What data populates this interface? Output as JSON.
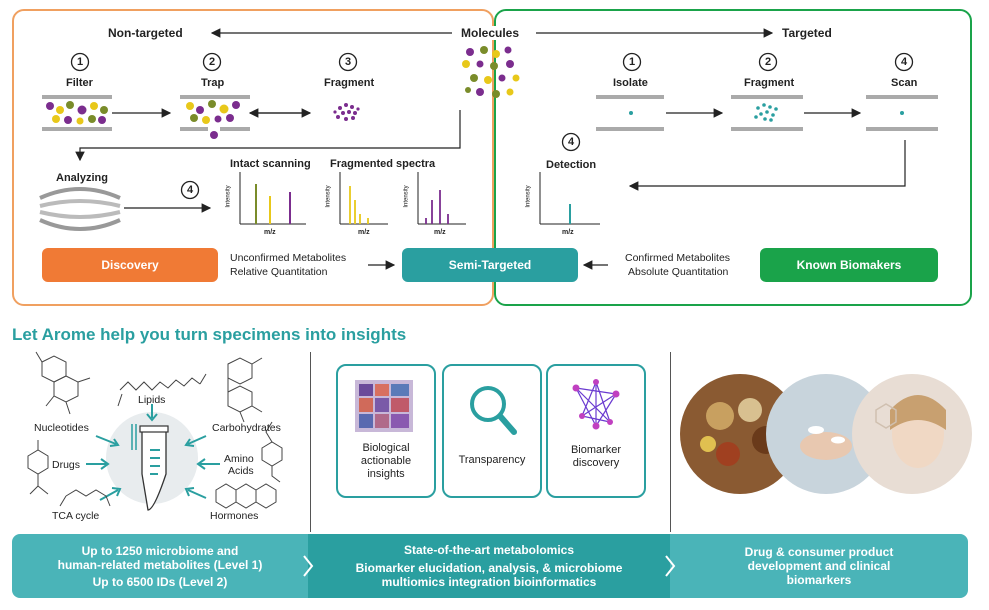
{
  "top": {
    "center_label": "Molecules",
    "left_heading": "Non-targeted",
    "right_heading": "Targeted",
    "nontargeted_steps": [
      {
        "num": "1",
        "label": "Filter"
      },
      {
        "num": "2",
        "label": "Trap"
      },
      {
        "num": "3",
        "label": "Fragment"
      },
      {
        "num": "4",
        "label": ""
      }
    ],
    "targeted_steps": [
      {
        "num": "1",
        "label": "Isolate"
      },
      {
        "num": "2",
        "label": "Fragment"
      },
      {
        "num": "4",
        "label": "Scan"
      },
      {
        "num": "4",
        "label": "Detection"
      }
    ],
    "analyzing_label": "Analyzing",
    "intact_scanning_label": "Intact scanning",
    "fragmented_spectra_label": "Fragmented spectra",
    "axis_y": "Intensity",
    "axis_x": "m/z",
    "discovery_label": "Discovery",
    "semi_targeted_label": "Semi-Targeted",
    "known_biomakers_label": "Known Biomakers",
    "unconfirmed_text_1": "Unconfirmed Metabolites",
    "unconfirmed_text_2": "Relative Quantitation",
    "confirmed_text_1": "Confirmed Metabolites",
    "confirmed_text_2": "Absolute Quantitation"
  },
  "bottom": {
    "heading": "Let Arome help you turn specimens into insights",
    "specimen_labels": {
      "lipids": "Lipids",
      "nucleotides": "Nucleotides",
      "carbohydrates": "Carbohydrates",
      "drugs": "Drugs",
      "amino_acids_1": "Amino",
      "amino_acids_2": "Acids",
      "tca_cycle": "TCA cycle",
      "hormones": "Hormones"
    },
    "panels": [
      {
        "label_1": "Biological",
        "label_2": "actionable",
        "label_3": "insights"
      },
      {
        "label_1": "Transparency",
        "label_2": "",
        "label_3": ""
      },
      {
        "label_1": "Biomarker",
        "label_2": "discovery",
        "label_3": ""
      }
    ],
    "banner_left": {
      "line1": "Up to 1250 microbiome and",
      "line2": "human-related metabolites (Level 1)",
      "line3": "Up to 6500 IDs (Level 2)"
    },
    "banner_middle": {
      "line1": "State-of-the-art metabolomics",
      "line2": "Biomarker elucidation, analysis, & microbiome",
      "line3": "multiomics integration bioinformatics"
    },
    "banner_right": {
      "line1": "Drug & consumer product",
      "line2": "development and clinical",
      "line3": "biomarkers"
    }
  },
  "colors": {
    "orange": "#f07a35",
    "teal": "#2a9fa0",
    "green": "#1aa34a",
    "purple": "#7b2d8e",
    "yellow": "#e8c81a",
    "olive": "#7a8c2a",
    "heading_teal": "#2a9fa0"
  }
}
